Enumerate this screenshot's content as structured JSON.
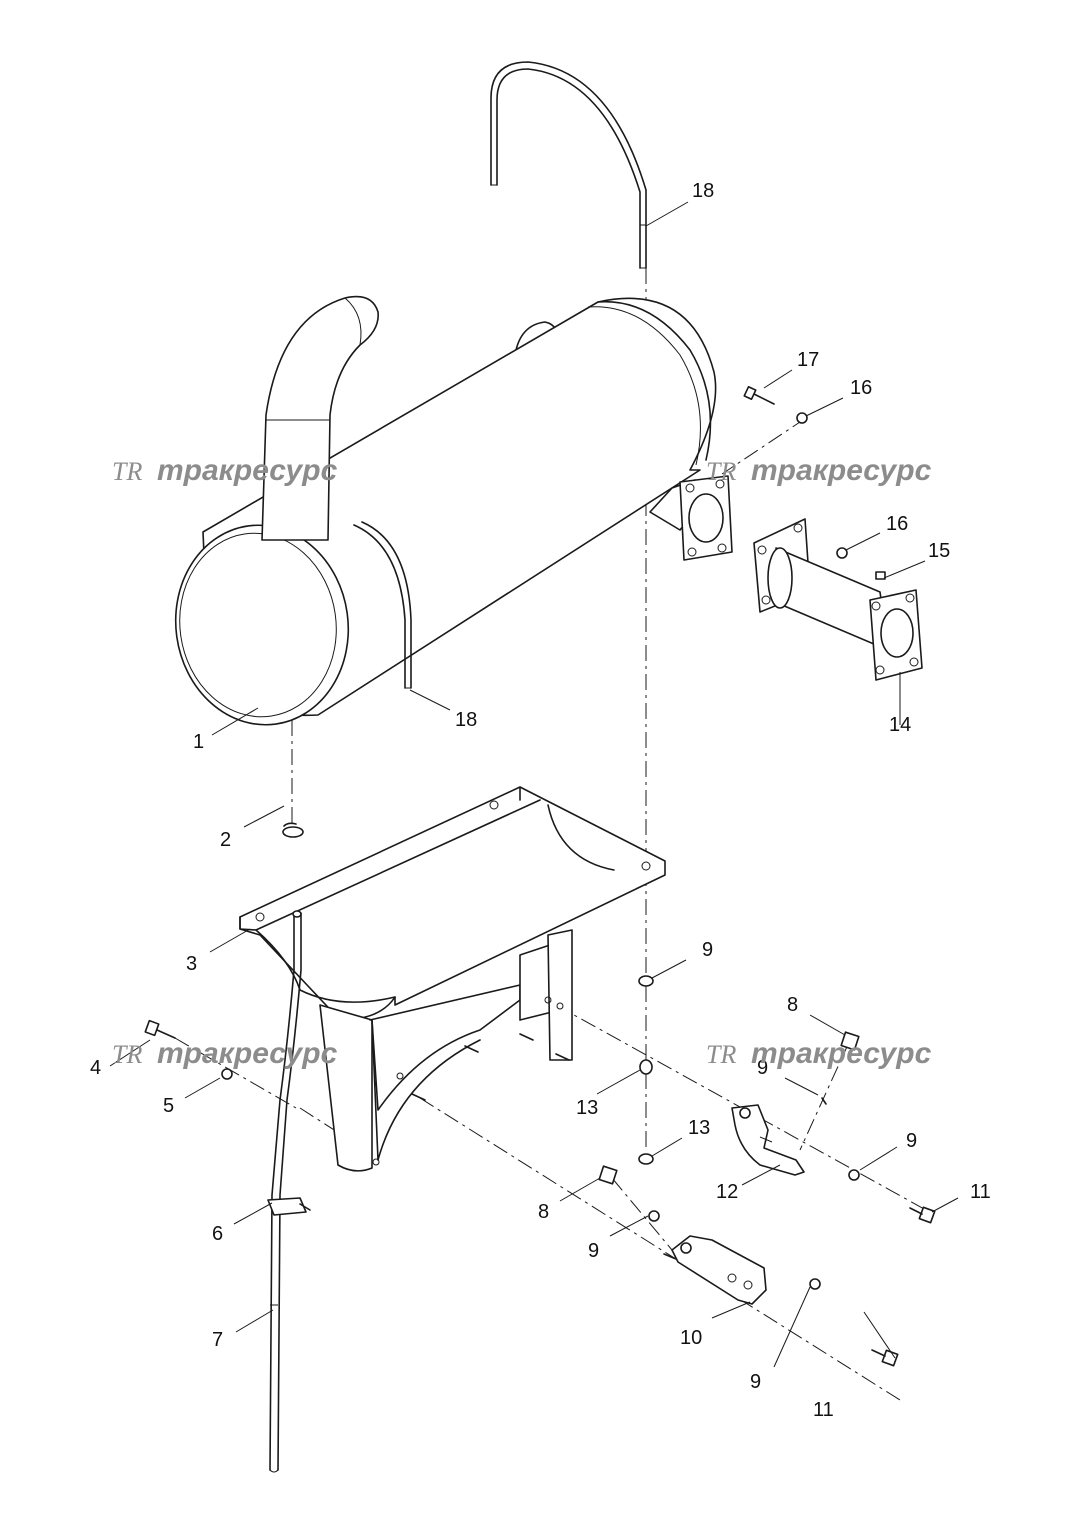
{
  "watermark": {
    "logo": "TR",
    "text": "тракресурс",
    "color": "#8c8c8c"
  },
  "callouts": {
    "c1": "1",
    "c2": "2",
    "c3": "3",
    "c4": "4",
    "c5": "5",
    "c6": "6",
    "c7": "7",
    "c8a": "8",
    "c8b": "8",
    "c9a": "9",
    "c9b": "9",
    "c9c": "9",
    "c9d": "9",
    "c9e": "9",
    "c10": "10",
    "c11a": "11",
    "c11b": "11",
    "c12": "12",
    "c13a": "13",
    "c13b": "13",
    "c14": "14",
    "c15": "15",
    "c16a": "16",
    "c16b": "16",
    "c17": "17",
    "c18a": "18",
    "c18b": "18"
  },
  "parts": {
    "muffler": "muffler-icon",
    "clamp": "clamp-icon",
    "bracket": "bracket-icon",
    "bolt": "bolt-icon",
    "washer": "washer-icon",
    "clip": "clip-icon",
    "tube": "tube-icon",
    "plate": "plate-icon",
    "support": "support-icon",
    "spacer": "spacer-icon",
    "pipe": "pipe-icon",
    "stud": "stud-icon",
    "strap": "strap-icon"
  }
}
